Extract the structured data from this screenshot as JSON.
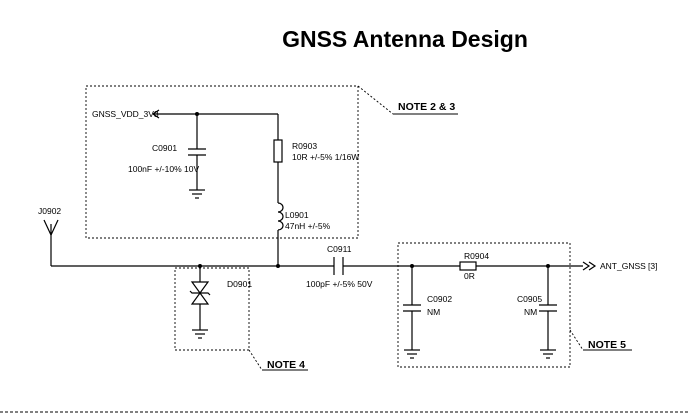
{
  "title": "GNSS Antenna Design",
  "nets": {
    "supply": "GNSS_VDD_3V3",
    "output": "ANT_GNSS",
    "output_ref": "[3]"
  },
  "components": {
    "j0902": {
      "ref": "J0902"
    },
    "c0901": {
      "ref": "C0901",
      "value": "100nF +/-10% 10V"
    },
    "r0903": {
      "ref": "R0903",
      "value": "10R +/-5% 1/16W"
    },
    "l0901": {
      "ref": "L0901",
      "value": "47nH +/-5%"
    },
    "c0911": {
      "ref": "C0911",
      "value": "100pF +/-5% 50V"
    },
    "d0901": {
      "ref": "D0901"
    },
    "r0904": {
      "ref": "R0904",
      "value": "0R"
    },
    "c0902": {
      "ref": "C0902",
      "value": "NM"
    },
    "c0905": {
      "ref": "C0905",
      "value": "NM"
    }
  },
  "notes": {
    "note_23": "NOTE 2 & 3",
    "note_4": "NOTE 4",
    "note_5": "NOTE 5"
  }
}
